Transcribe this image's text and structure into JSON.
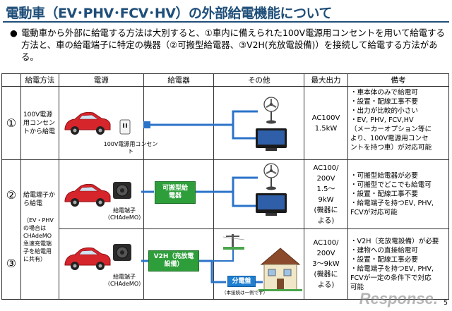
{
  "title": "電動車（EV･PHV･FCV･HV）の外部給電機能について",
  "intro": {
    "bullet": "●",
    "text": "電動車から外部に給電する方法は大別すると、①車内に備えられた100V電源用コンセントを用いて給電する方法と、車の給電端子に特定の機器（②可搬型給電器、③V2H(充放電設備)）を接続して給電する方法がある。"
  },
  "table": {
    "headers": [
      "",
      "給電方法",
      "電源",
      "給電器",
      "その他",
      "最大出力",
      "備考"
    ],
    "rows": [
      {
        "num": "①",
        "method": "100V電源用コンセントから給電",
        "source_label": "100V電源用コンセント",
        "output_lines": [
          "AC100V",
          "1.5kW"
        ],
        "notes": [
          "・車本体のみで給電可",
          "・設置・配線工事不要",
          "・出力が比較的小さい",
          "・EV, PHV, FCV,HV",
          "（メーカーオプション等に",
          "より、100V電源用コンセ",
          "ントを持つ車）が対応可能"
        ]
      },
      {
        "num": "②",
        "method": "給電端子から給電",
        "method_sub": "（EV・PHVの場合は CHAdeMO急速充電端子を給電用に共有）",
        "source_label": "給電端子",
        "source_sub": "（CHAdeMO）",
        "device_label": "可搬型給電器",
        "output_lines": [
          "AC100/",
          "200V",
          "1.5～",
          "9kW",
          "(機器に",
          "よる)"
        ],
        "notes": [
          "・可搬型給電器が必要",
          "・可搬型でどこでも給電可",
          "・設置・配線工事不要",
          "・給電端子を持つEV, PHV,",
          "FCVが対応可能"
        ]
      },
      {
        "num": "③",
        "source_label": "給電端子",
        "source_sub": "（CHAdeMO）",
        "device_label": "V2H（充放電設備）",
        "other_label": "分電盤",
        "other_note": "（本接続は一例です）",
        "output_lines": [
          "AC100/",
          "200V",
          "3～9kW",
          "(機器に",
          "よる)"
        ],
        "notes": [
          "・V2H（充放電設備）が必要",
          "・建物への直接給電可",
          "・設置・配線工事必要",
          "・給電端子を持つEV, PHV,",
          "FCVが一定の条件下で対応",
          "可能"
        ]
      }
    ]
  },
  "page_number": "5",
  "watermark": "Response."
}
